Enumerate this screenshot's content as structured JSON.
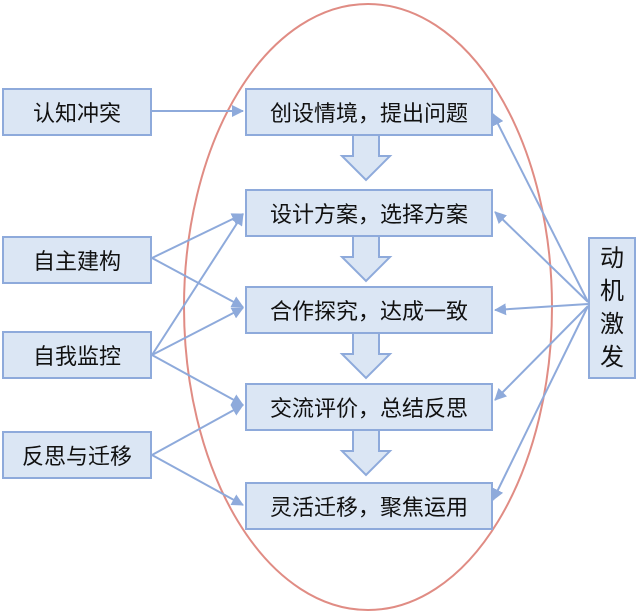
{
  "left_boxes": [
    "认知冲突",
    "自主建构",
    "自我监控",
    "反思与迁移"
  ],
  "center_steps": [
    "创设情境，提出问题",
    "设计方案，选择方案",
    "合作探究，达成一致",
    "交流评价，总结反思",
    "灵活迁移，聚焦运用"
  ],
  "right_box": {
    "label": "动机激发",
    "chars": [
      "动",
      "机",
      "激",
      "发"
    ]
  },
  "colors": {
    "box_fill": "#dbe6f4",
    "box_border": "#8eaadb",
    "arrow": "#8eaadb",
    "ellipse": "#e08c84"
  }
}
